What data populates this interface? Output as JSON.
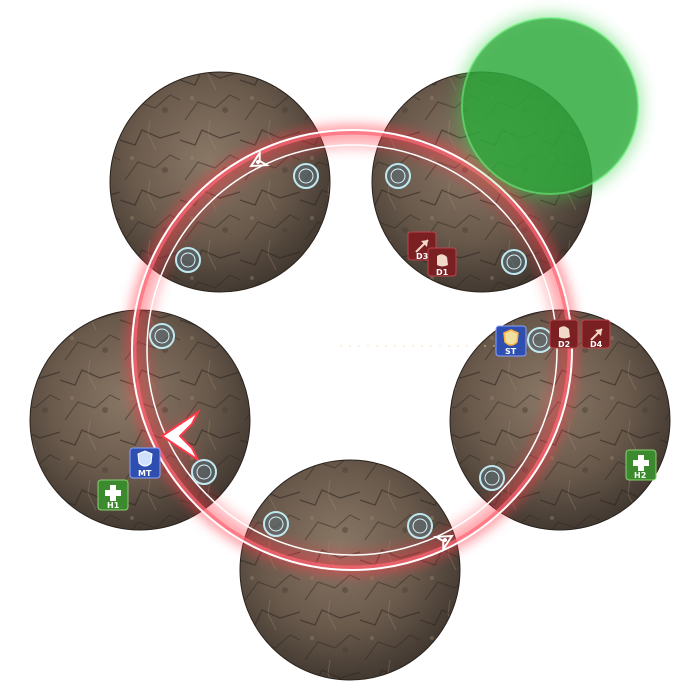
{
  "colors": {
    "rock_dark": "#3b332c",
    "rock_mid": "#6a5a4c",
    "rock_light": "#8c7b6a",
    "ring_glow": "#ff4a5a",
    "ring_line": "#ffffff",
    "aoe_green": "#2ea33a",
    "tank_blue": "#2f4fb0",
    "healer_green": "#3b8a2e",
    "dps_red": "#7a1f22",
    "tether": "#e8a040"
  },
  "platforms": [
    "top-left",
    "top-right",
    "right",
    "bottom",
    "left"
  ],
  "markers": {
    "mt": "MT",
    "st": "ST",
    "h1": "H1",
    "h2": "H2",
    "d1": "D1",
    "d2": "D2",
    "d3": "D3",
    "d4": "D4"
  },
  "icons": {
    "tank": "shield-icon",
    "healer": "cross-icon",
    "melee": "fist-icon",
    "ranged": "arrow-icon",
    "boss_direction": "chevron-icon",
    "aoe": "circle-aoe",
    "waymark": "ring-waymark"
  }
}
